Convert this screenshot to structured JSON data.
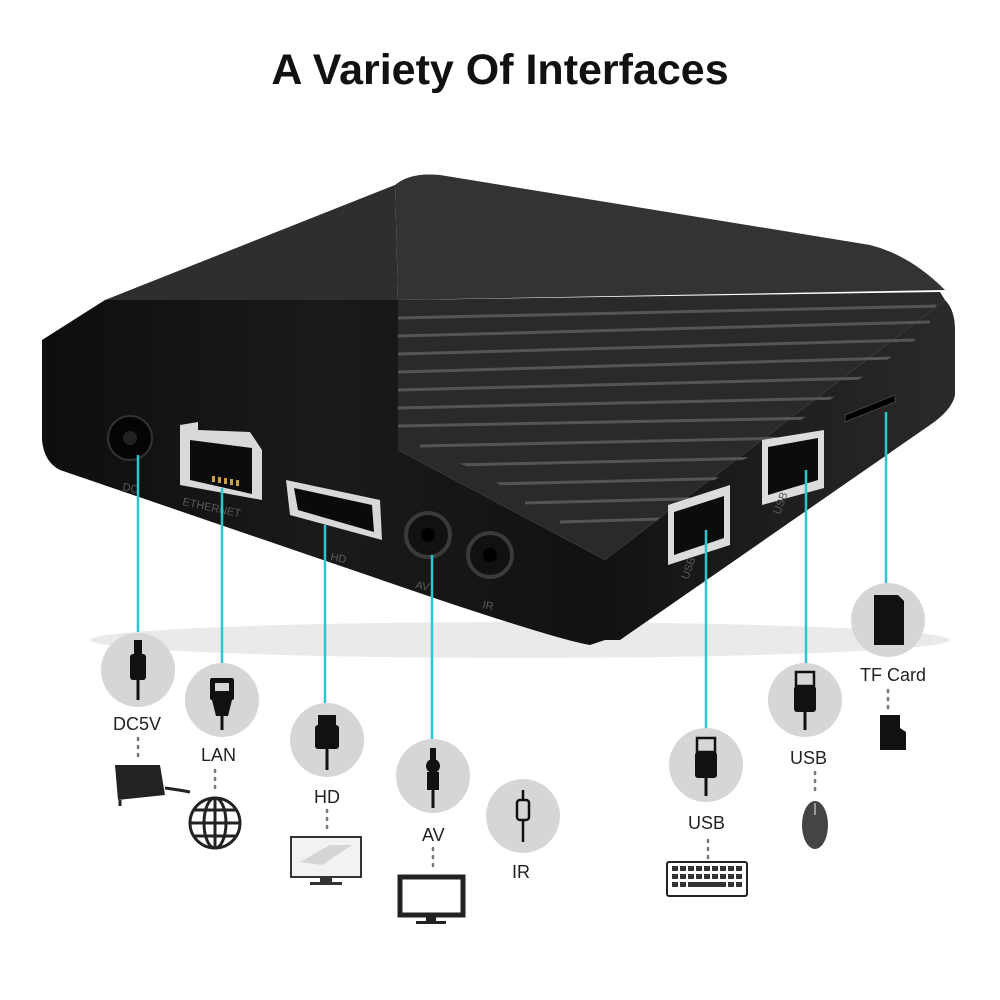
{
  "title": "A Variety Of Interfaces",
  "colors": {
    "connector_line": "#2ec4d2",
    "icon_circle": "#d6d6d6",
    "device_body": "#1c1c1c"
  },
  "device": {
    "port_labels": [
      "DC",
      "ETHERNET",
      "HD",
      "AV",
      "IR",
      "USB",
      "USB"
    ]
  },
  "interfaces": [
    {
      "label": "DC5V",
      "plug_icon": "dc-plug-icon",
      "device_icon": "power-adapter-icon"
    },
    {
      "label": "LAN",
      "plug_icon": "rj45-plug-icon",
      "device_icon": "globe-icon"
    },
    {
      "label": "HD",
      "plug_icon": "hdmi-plug-icon",
      "device_icon": "monitor-icon"
    },
    {
      "label": "AV",
      "plug_icon": "av-plug-icon",
      "device_icon": "tv-icon"
    },
    {
      "label": "IR",
      "plug_icon": "ir-jack-icon",
      "device_icon": ""
    },
    {
      "label": "USB",
      "plug_icon": "usb-plug-icon",
      "device_icon": "keyboard-icon"
    },
    {
      "label": "USB",
      "plug_icon": "usb-plug-icon",
      "device_icon": "mouse-icon"
    },
    {
      "label": "TF Card",
      "plug_icon": "sd-card-icon",
      "device_icon": "micro-sd-icon"
    }
  ]
}
